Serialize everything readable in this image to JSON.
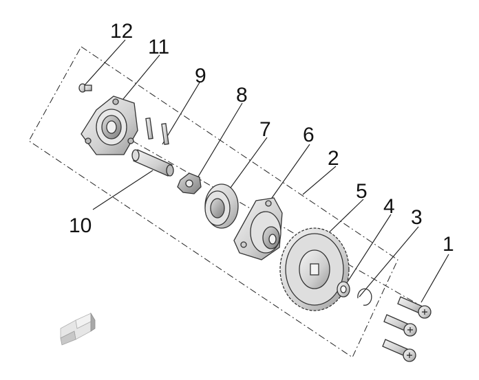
{
  "diagram": {
    "callouts": [
      {
        "id": "1",
        "label": "1"
      },
      {
        "id": "2",
        "label": "2"
      },
      {
        "id": "3",
        "label": "3"
      },
      {
        "id": "4",
        "label": "4"
      },
      {
        "id": "5",
        "label": "5"
      },
      {
        "id": "6",
        "label": "6"
      },
      {
        "id": "7",
        "label": "7"
      },
      {
        "id": "8",
        "label": "8"
      },
      {
        "id": "9",
        "label": "9"
      },
      {
        "id": "10",
        "label": "10"
      },
      {
        "id": "11",
        "label": "11"
      },
      {
        "id": "12",
        "label": "12"
      }
    ],
    "nav_arrow_icon": "forward-arrow-icon"
  }
}
